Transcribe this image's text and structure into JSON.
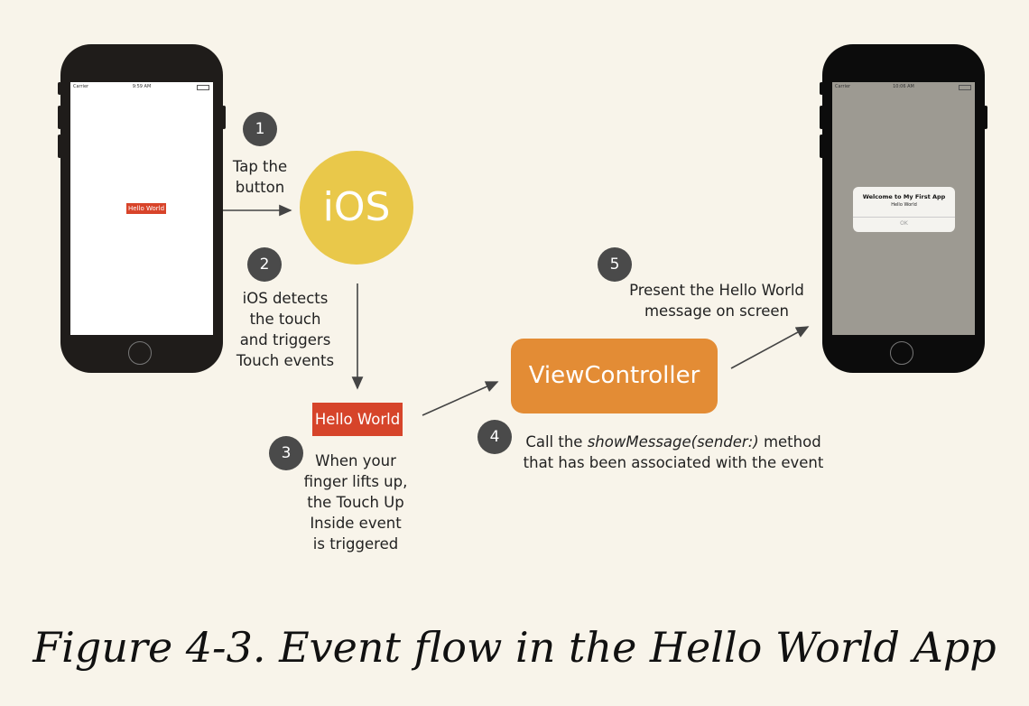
{
  "left_phone": {
    "carrier": "Carrier",
    "time": "9:59 AM",
    "button_label": "Hello World"
  },
  "right_phone": {
    "carrier": "Carrier",
    "time": "10:06 AM",
    "alert_title": "Welcome to My First App",
    "alert_message": "Hello World",
    "alert_button": "OK"
  },
  "steps": [
    {
      "number": "1",
      "lines": [
        "Tap the",
        "button"
      ]
    },
    {
      "number": "2",
      "lines": [
        "iOS detects",
        "the touch",
        "and triggers",
        "Touch events"
      ]
    },
    {
      "number": "3",
      "lines": [
        "When your",
        "finger lifts up,",
        "the Touch Up",
        "Inside event",
        "is triggered"
      ]
    },
    {
      "number": "4",
      "line1_prefix": "Call the ",
      "line1_italic": "showMessage(sender:)",
      "line1_suffix": " method",
      "line2": "that has been associated with the event"
    },
    {
      "number": "5",
      "lines": [
        "Present the Hello World",
        "message on screen"
      ]
    }
  ],
  "nodes": {
    "ios": "iOS",
    "hello_world": "Hello World",
    "view_controller": "ViewController"
  },
  "colors": {
    "background": "#f8f4ea",
    "ios": "#e9c84a",
    "hello_world": "#d6442a",
    "view_controller": "#e38c35",
    "step_circle": "#4a4a4a"
  },
  "caption": "Figure 4-3. Event flow in the Hello World App"
}
